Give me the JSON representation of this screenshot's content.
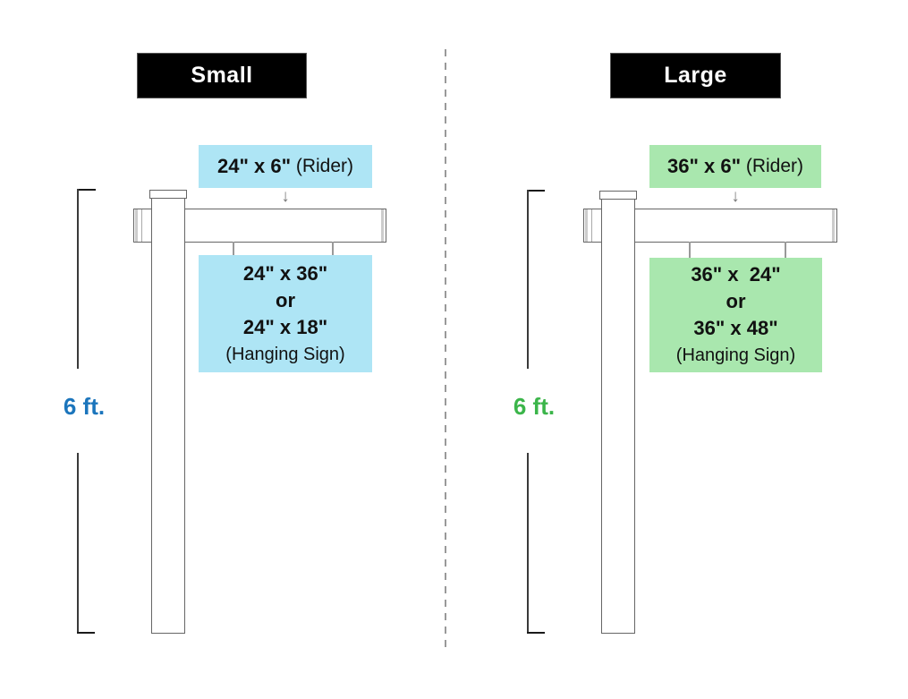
{
  "theme": {
    "background": "#ffffff",
    "header_bg": "#000000",
    "header_text": "#ffffff",
    "outline": "#666666",
    "hanger": "#999999",
    "divider": "#999999",
    "text": "#111111"
  },
  "panels": [
    {
      "id": "small",
      "header": "Small",
      "rider": {
        "dimensions": "24\" x 6\"",
        "caption": " (Rider)"
      },
      "arrow_icon": "↓",
      "height_label": "6 ft.",
      "sign": {
        "dimensions_1": "24\" x 36\"",
        "conjunction": "or",
        "dimensions_2": "24\" x 18\"",
        "caption": "(Hanging Sign)"
      },
      "colors": {
        "box": "#AEE5F5",
        "label": "#1B75BC"
      }
    },
    {
      "id": "large",
      "header": "Large",
      "rider": {
        "dimensions": "36\" x 6\"",
        "caption": " (Rider)"
      },
      "arrow_icon": "↓",
      "height_label": "6 ft.",
      "sign": {
        "dimensions_1": "36\" x  24\"",
        "conjunction": "or",
        "dimensions_2": "36\" x 48\"",
        "caption": "(Hanging Sign)"
      },
      "colors": {
        "box": "#A9E7AE",
        "label": "#3BB54A"
      }
    }
  ]
}
